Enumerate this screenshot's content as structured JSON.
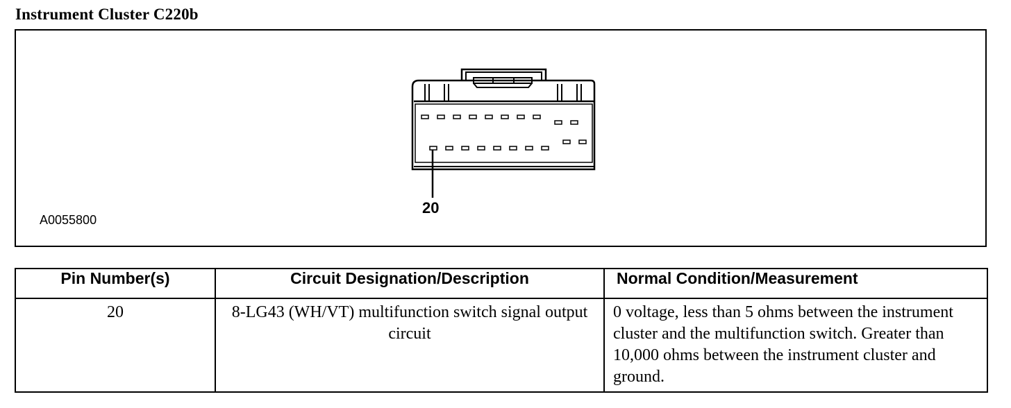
{
  "title": "Instrument Cluster C220b",
  "figure": {
    "id": "A0055800",
    "pin_callout": "20"
  },
  "table": {
    "headers": [
      "Pin Number(s)",
      "Circuit Designation/Description",
      "Normal Condition/Measurement"
    ],
    "rows": [
      {
        "pin": "20",
        "circuit": "8-LG43 (WH/VT) multifunction switch signal output circuit",
        "condition": "0 voltage, less than 5 ohms between the instrument cluster and the multifunction switch. Greater than 10,000 ohms between the instrument cluster and ground."
      }
    ]
  }
}
